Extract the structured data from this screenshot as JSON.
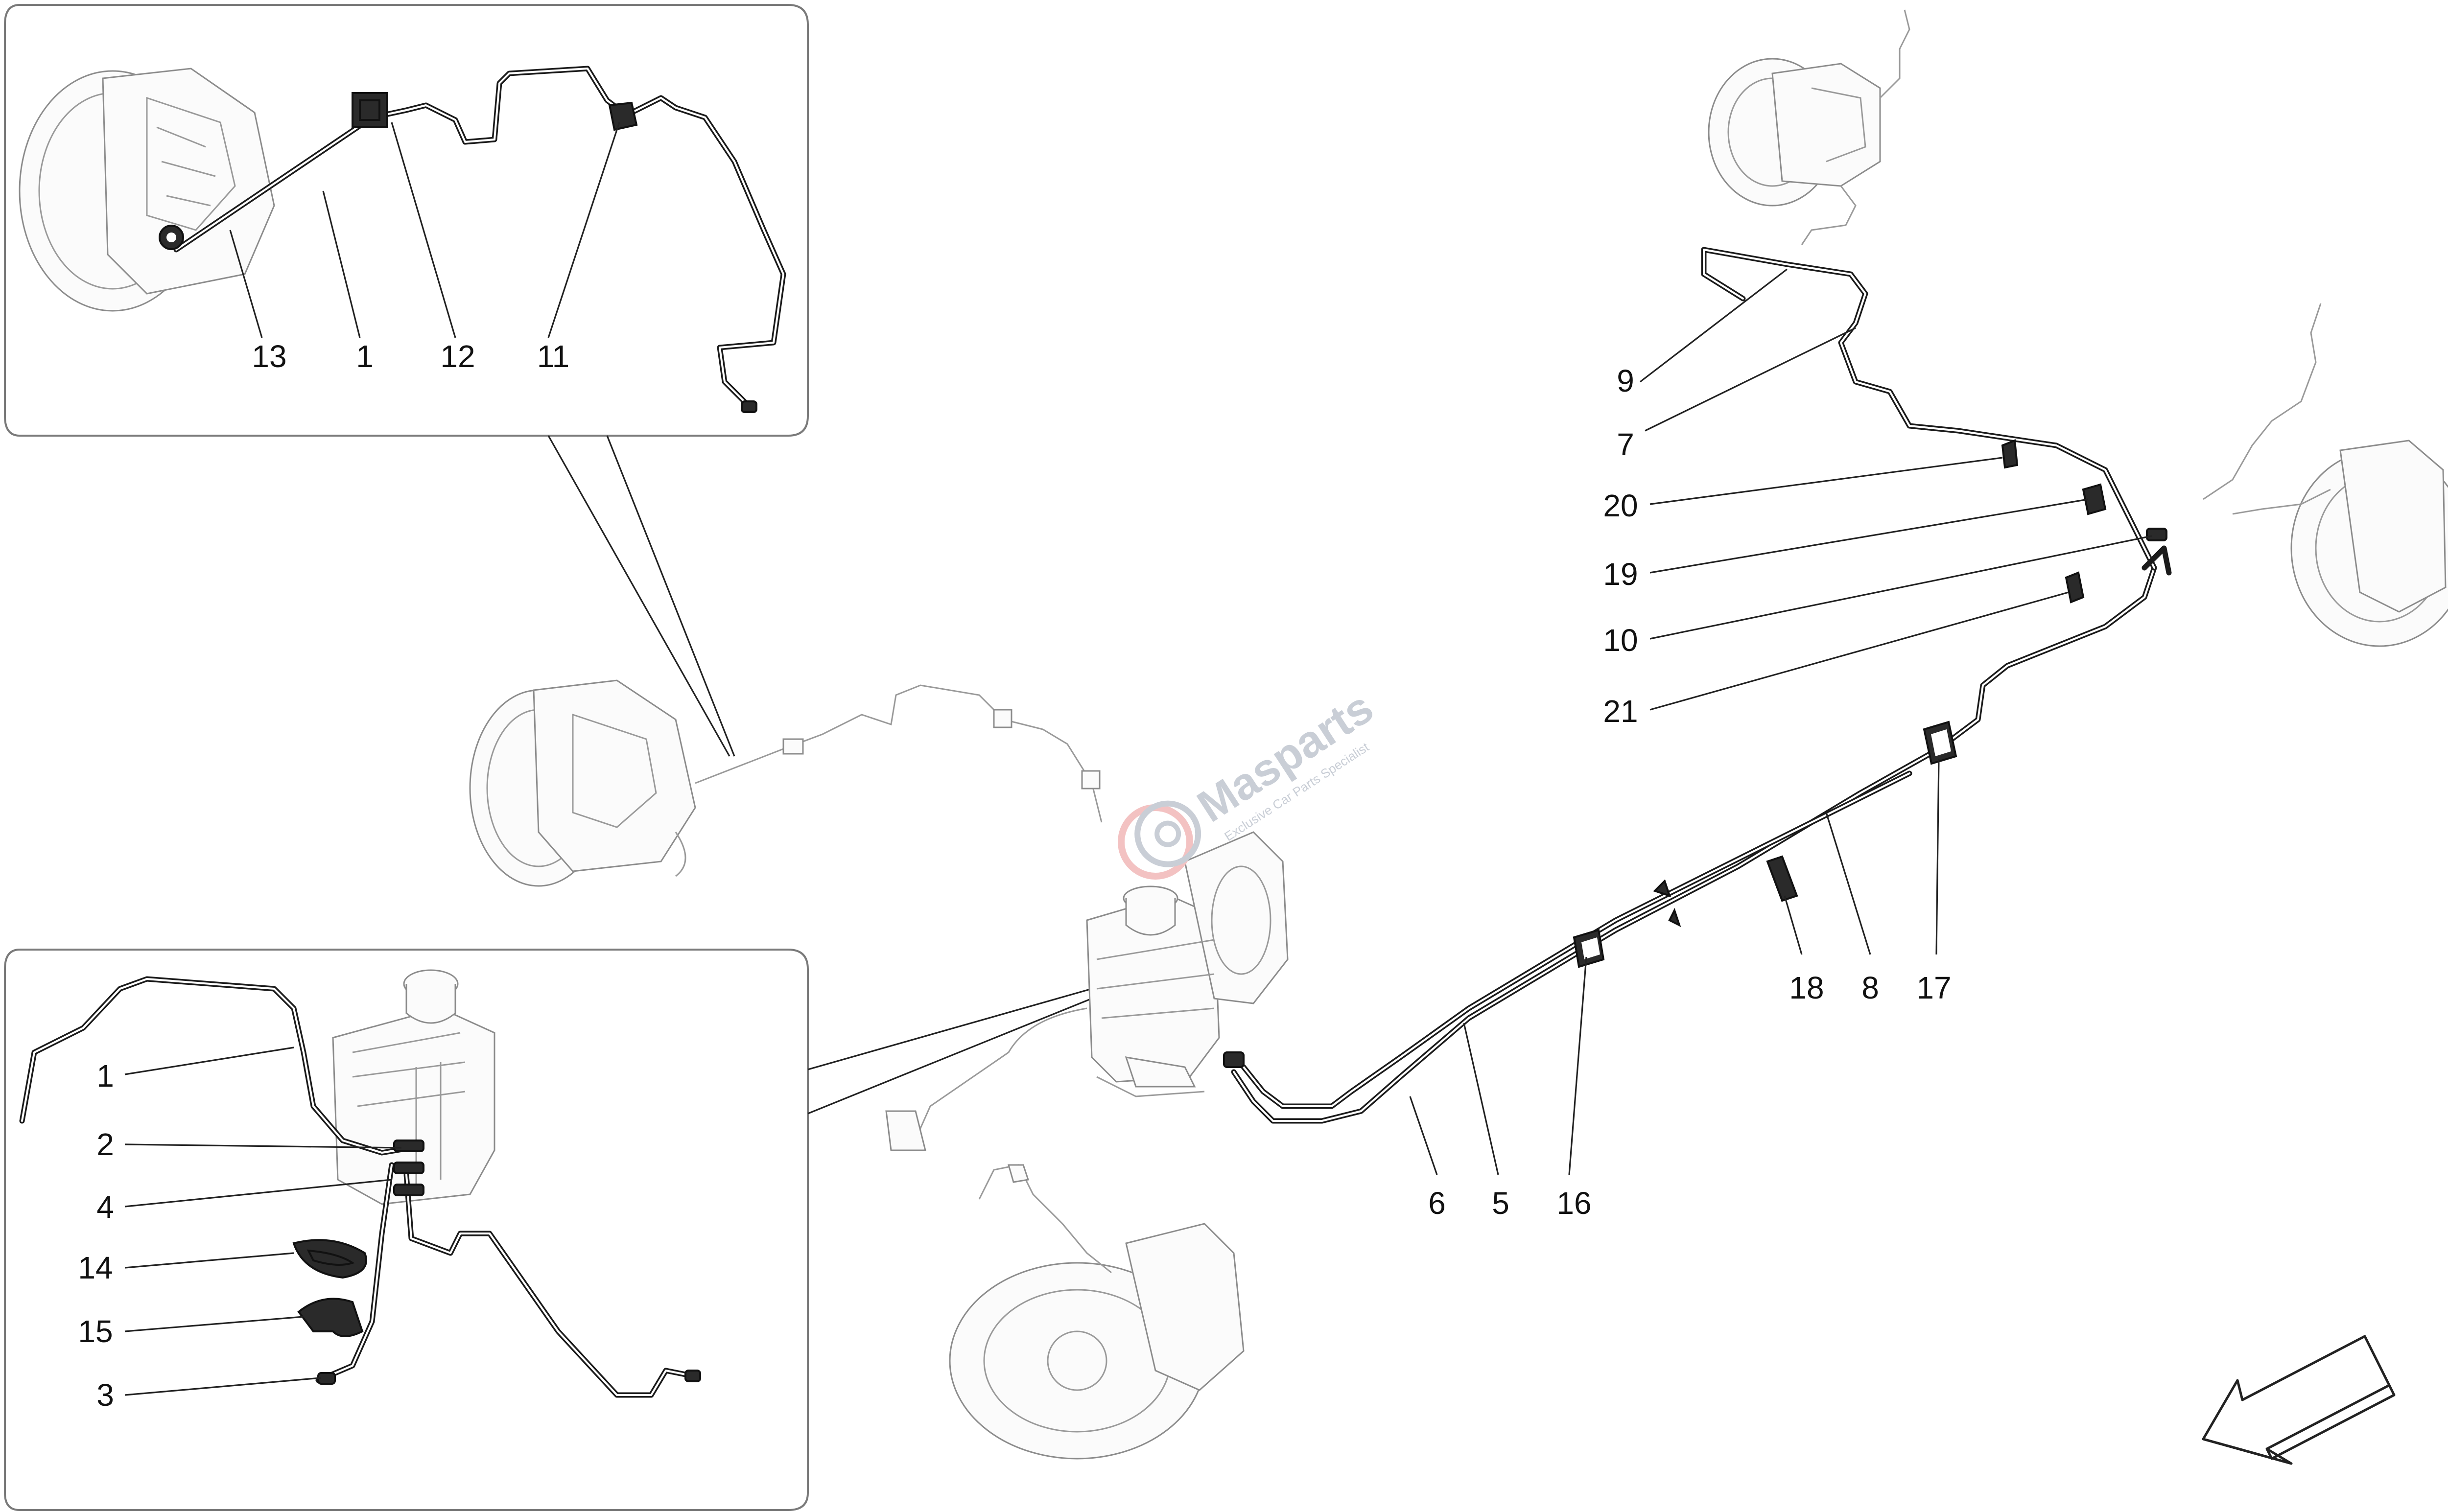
{
  "watermark": {
    "brand": "Masparts",
    "tagline": "Exclusive Car Parts Specialist"
  },
  "callouts": {
    "top_inset": [
      "13",
      "1",
      "12",
      "11"
    ],
    "bottom_inset": [
      "1",
      "2",
      "4",
      "14",
      "15",
      "3"
    ],
    "rear_upper": [
      "9",
      "7",
      "20",
      "19",
      "10",
      "21"
    ],
    "main_bottom": [
      "18",
      "8",
      "17",
      "6",
      "5",
      "16"
    ]
  },
  "colors": {
    "line": "#1b1b1b",
    "ghost": "#9a9a9a",
    "frame": "#7a7a7a",
    "watermark": "#c9ced6",
    "watermark_accent": "#f3c2c2"
  },
  "icons": {
    "direction_arrow": "hollow-arrow-down-left"
  }
}
